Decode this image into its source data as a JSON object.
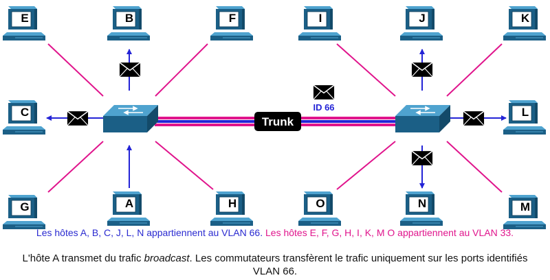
{
  "colors": {
    "vlan66": "#2323d6",
    "vlan33": "#e0148c",
    "device_front": "#1b5f86",
    "device_top": "#4fa3cf",
    "screen": "#ffffff",
    "trunk_label_bg": "#000000"
  },
  "icons": {
    "host": "desktop-computer-icon",
    "switch": "network-switch-icon",
    "frame": "envelope-icon"
  },
  "switches": [
    {
      "id": "left-switch"
    },
    {
      "id": "right-switch"
    }
  ],
  "hosts": [
    {
      "label": "E",
      "vlan": 33
    },
    {
      "label": "B",
      "vlan": 66
    },
    {
      "label": "F",
      "vlan": 33
    },
    {
      "label": "C",
      "vlan": 66
    },
    {
      "label": "G",
      "vlan": 33
    },
    {
      "label": "A",
      "vlan": 66
    },
    {
      "label": "H",
      "vlan": 33
    },
    {
      "label": "I",
      "vlan": 33
    },
    {
      "label": "J",
      "vlan": 66
    },
    {
      "label": "K",
      "vlan": 33
    },
    {
      "label": "L",
      "vlan": 66
    },
    {
      "label": "O",
      "vlan": 33
    },
    {
      "label": "N",
      "vlan": 66
    },
    {
      "label": "M",
      "vlan": 33
    }
  ],
  "trunk": {
    "label": "Trunk",
    "frame_tag": "ID 66"
  },
  "caption": {
    "vlan66_text": "Les hôtes A, B, C, J, L, N appartiennent au VLAN 66.",
    "vlan33_text": "Les hôtes E, F, G, H, I, K, M O appartiennent au VLAN 33.",
    "description_start": "L'hôte A transmet du trafic ",
    "description_emphasis": "broadcast",
    "description_end": ". Les commutateurs transfèrent le trafic uniquement sur les ports identifiés VLAN 66."
  }
}
